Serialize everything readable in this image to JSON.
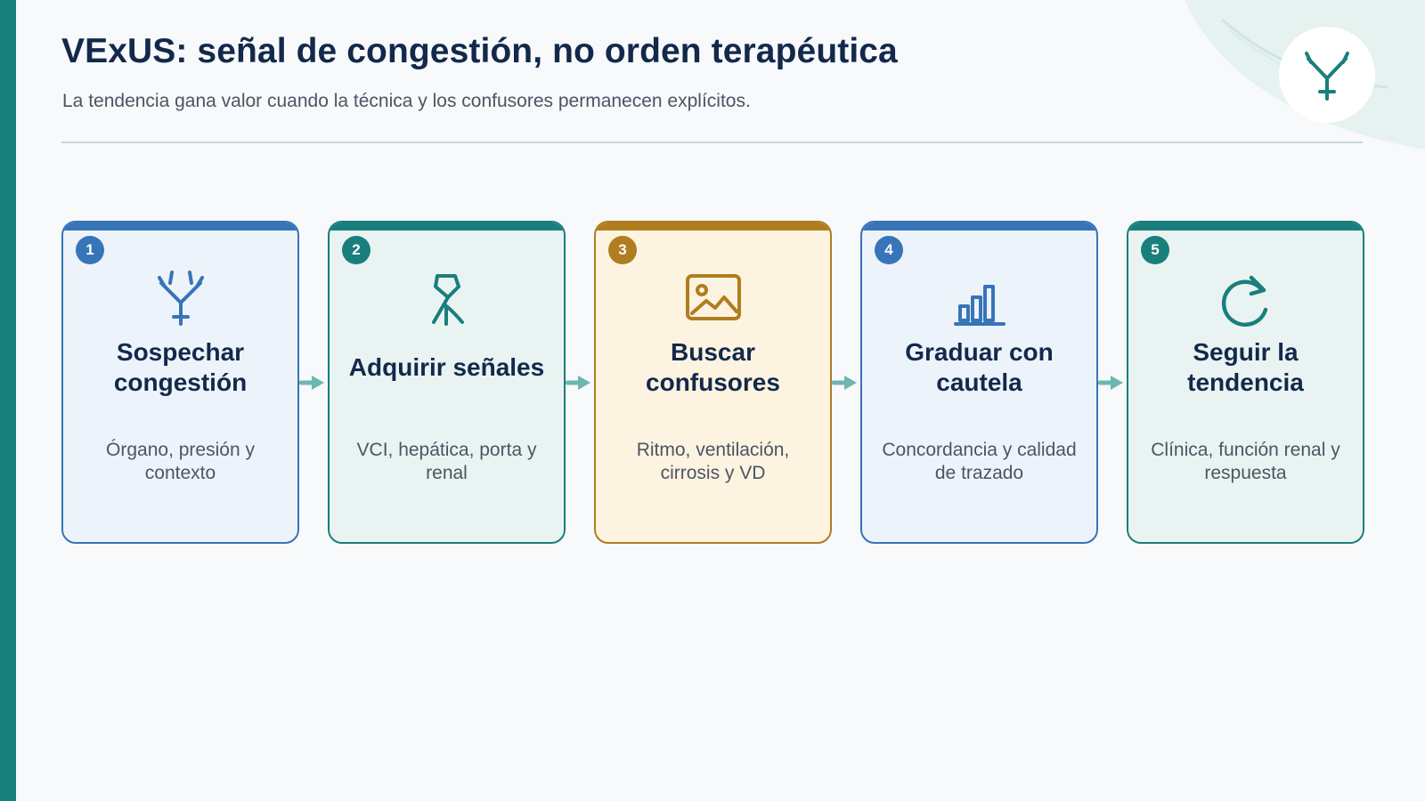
{
  "title": "VExUS: señal de congestión, no orden terapéutica",
  "subtitle": "La tendencia gana valor cuando la técnica y los confusores permanecen explícitos.",
  "colors": {
    "primary_teal": "#197f7c",
    "primary_blue": "#3774b8",
    "amber": "#b07d1f",
    "arrow": "#6fb5b2",
    "title": "#13294b"
  },
  "logo_icon": "vein-branch-icon",
  "steps": [
    {
      "number": "1",
      "title": "Sospechar congestión",
      "description": "Órgano, presión y contexto",
      "icon": "vein-branch-icon",
      "color": "blue"
    },
    {
      "number": "2",
      "title": "Adquirir señales",
      "description": "VCI, hepática, porta y renal",
      "icon": "ultrasound-probe-icon",
      "color": "teal"
    },
    {
      "number": "3",
      "title": "Buscar confusores",
      "description": "Ritmo, ventilación, cirrosis y VD",
      "icon": "image-icon",
      "color": "amber"
    },
    {
      "number": "4",
      "title": "Graduar con cautela",
      "description": "Concordancia y calidad de trazado",
      "icon": "bar-chart-icon",
      "color": "blue"
    },
    {
      "number": "5",
      "title": "Seguir la tendencia",
      "description": "Clínica, función renal y respuesta",
      "icon": "refresh-icon",
      "color": "teal"
    }
  ]
}
